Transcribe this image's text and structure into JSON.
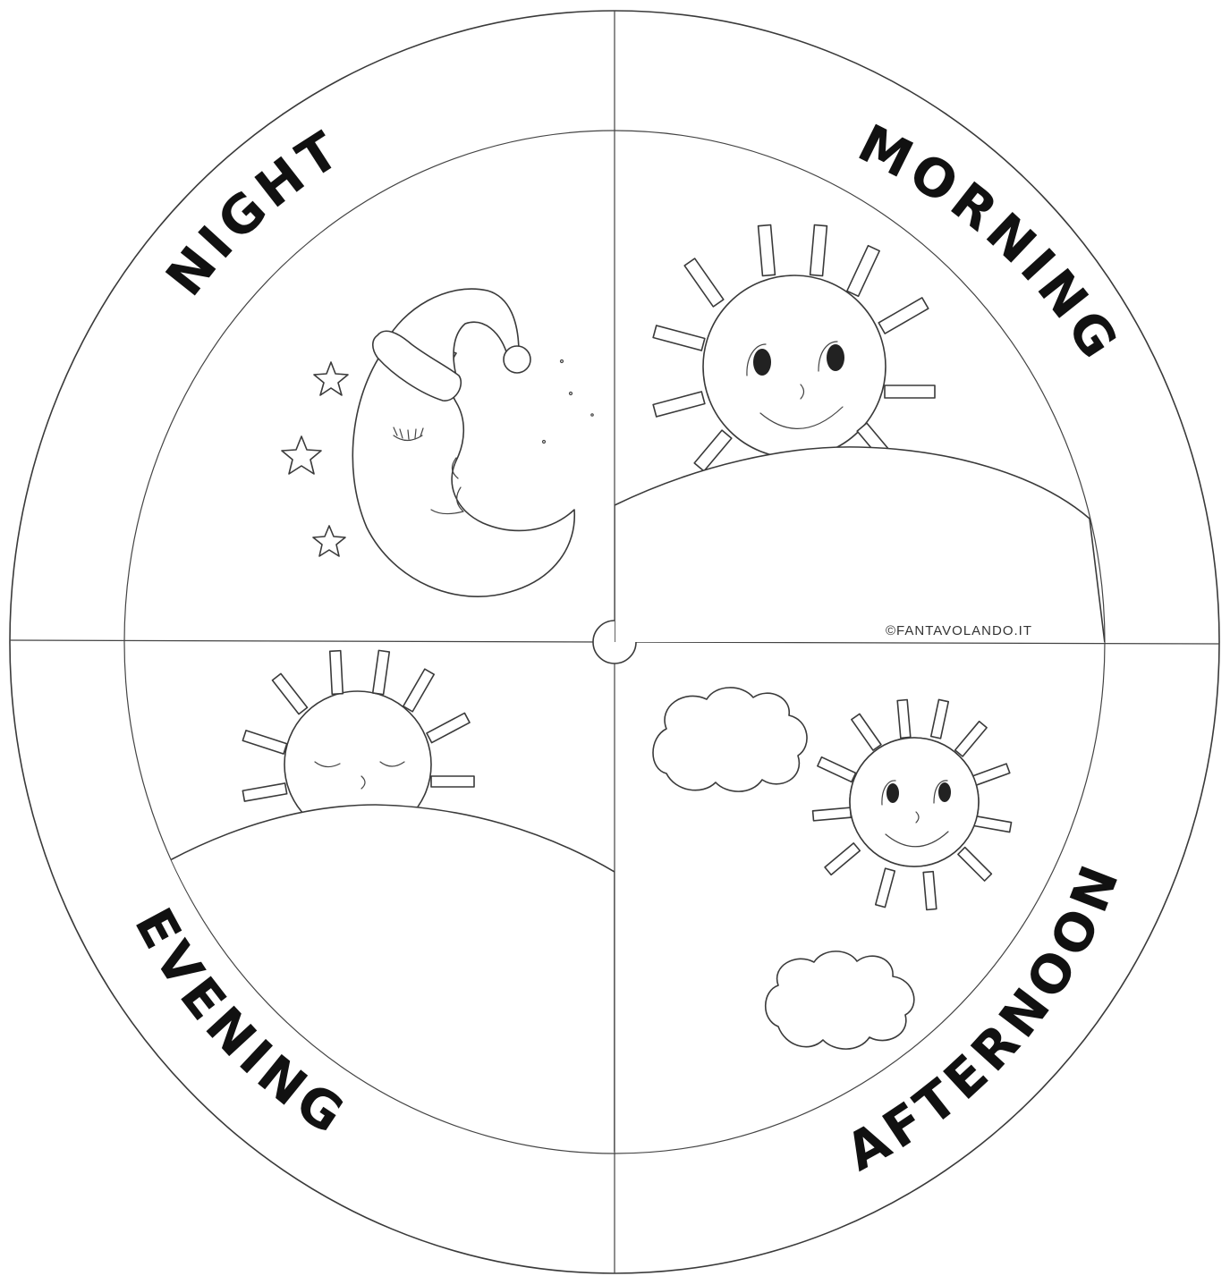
{
  "labels": {
    "night": "NIGHT",
    "morning": "MORNING",
    "afternoon": "AFTERNOON",
    "evening": "EVENING"
  },
  "credit": "©FANTAVOLANDO.IT",
  "colors": {
    "line": "#3a3a3a",
    "text": "#111111",
    "background": "#ffffff"
  }
}
